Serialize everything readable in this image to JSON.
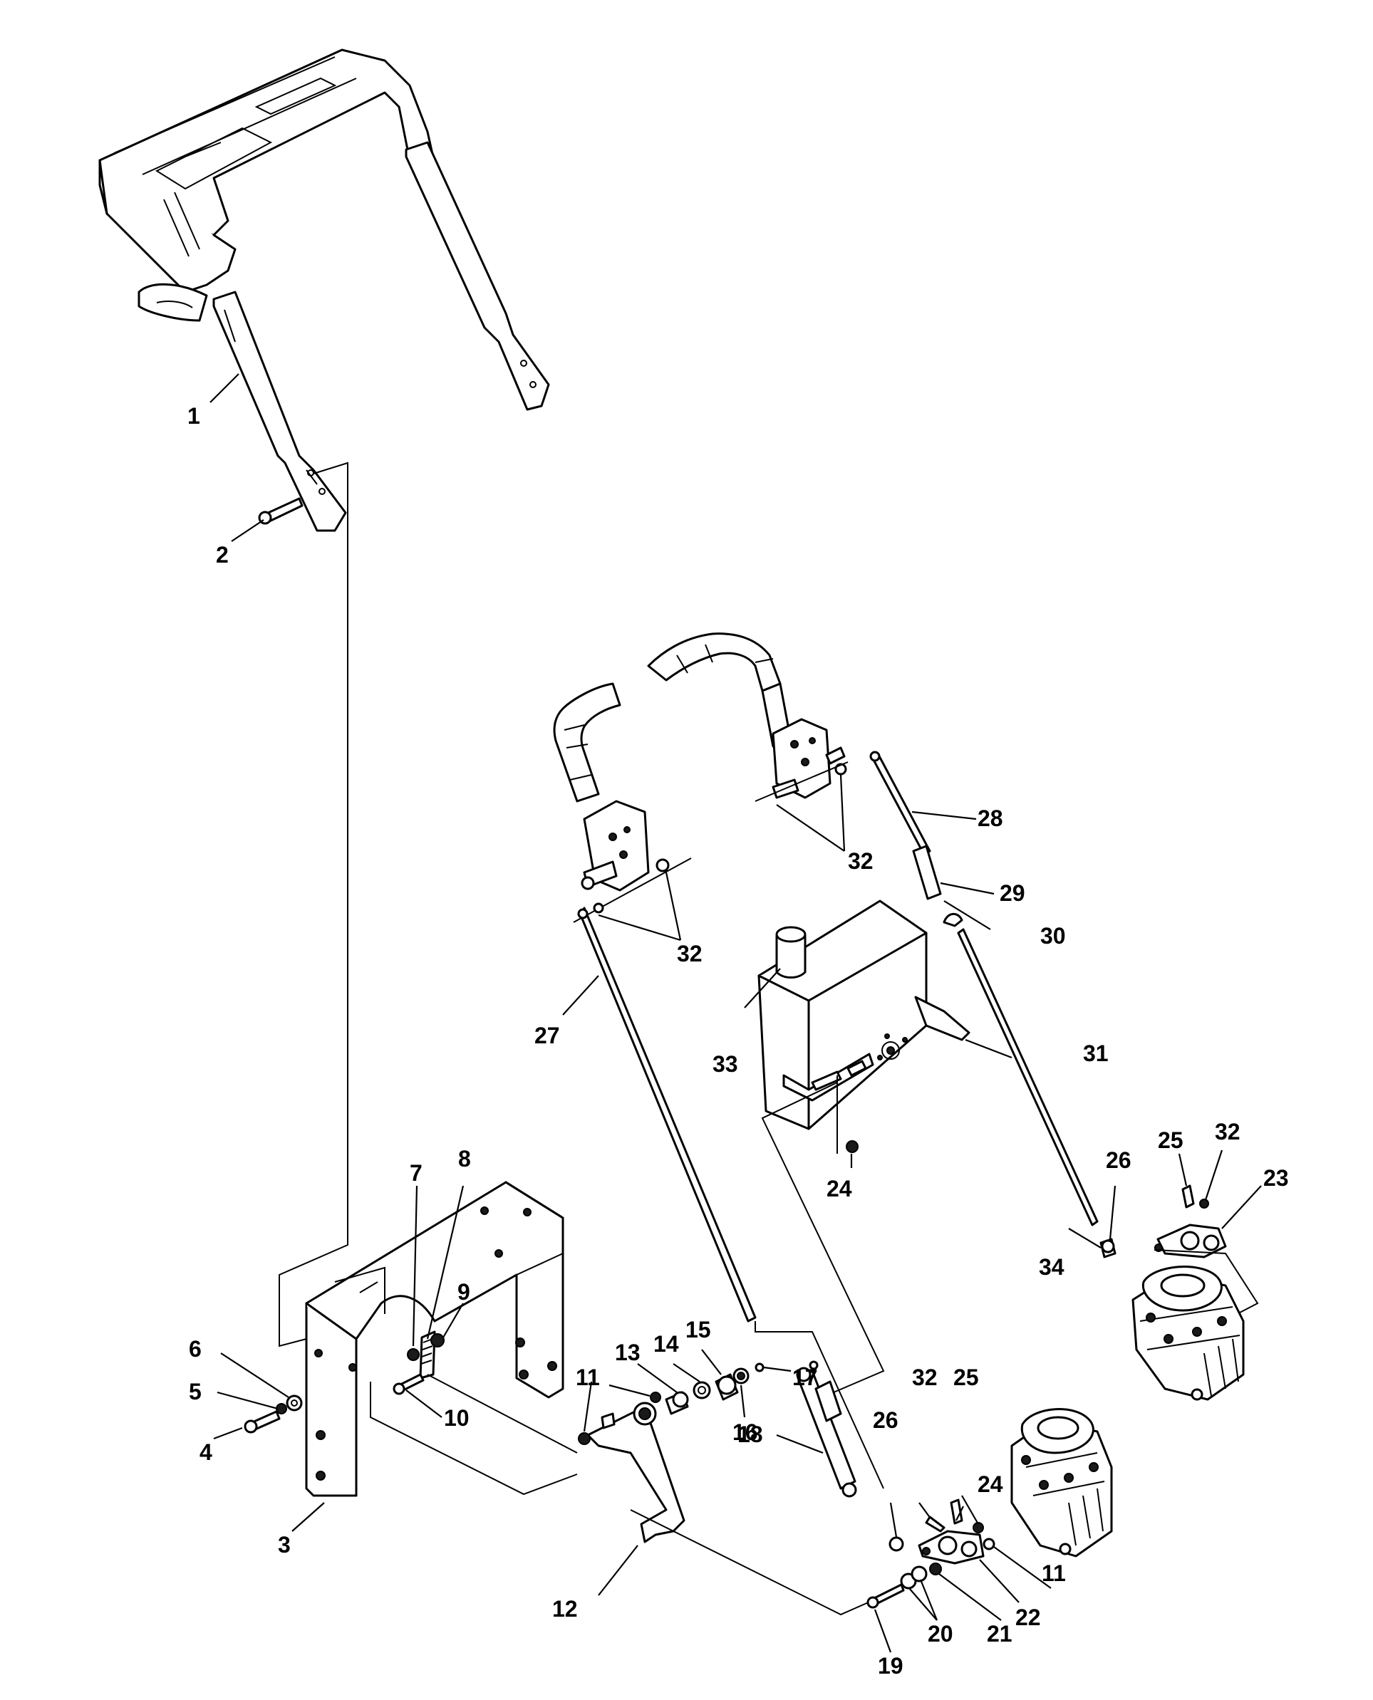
{
  "diagram": {
    "callouts": [
      {
        "id": "c1",
        "label": "1"
      },
      {
        "id": "c2",
        "label": "2"
      },
      {
        "id": "c3",
        "label": "3"
      },
      {
        "id": "c4",
        "label": "4"
      },
      {
        "id": "c5",
        "label": "5"
      },
      {
        "id": "c6",
        "label": "6"
      },
      {
        "id": "c7",
        "label": "7"
      },
      {
        "id": "c8",
        "label": "8"
      },
      {
        "id": "c9",
        "label": "9"
      },
      {
        "id": "c10",
        "label": "10"
      },
      {
        "id": "c11a",
        "label": "11"
      },
      {
        "id": "c11b",
        "label": "11"
      },
      {
        "id": "c12",
        "label": "12"
      },
      {
        "id": "c13",
        "label": "13"
      },
      {
        "id": "c14",
        "label": "14"
      },
      {
        "id": "c15",
        "label": "15"
      },
      {
        "id": "c16",
        "label": "16"
      },
      {
        "id": "c17",
        "label": "17"
      },
      {
        "id": "c18",
        "label": "18"
      },
      {
        "id": "c19",
        "label": "19"
      },
      {
        "id": "c20",
        "label": "20"
      },
      {
        "id": "c21",
        "label": "21"
      },
      {
        "id": "c22",
        "label": "22"
      },
      {
        "id": "c23",
        "label": "23"
      },
      {
        "id": "c24a",
        "label": "24"
      },
      {
        "id": "c24b",
        "label": "24"
      },
      {
        "id": "c25a",
        "label": "25"
      },
      {
        "id": "c25b",
        "label": "25"
      },
      {
        "id": "c26a",
        "label": "26"
      },
      {
        "id": "c26b",
        "label": "26"
      },
      {
        "id": "c27",
        "label": "27"
      },
      {
        "id": "c28",
        "label": "28"
      },
      {
        "id": "c29",
        "label": "29"
      },
      {
        "id": "c30",
        "label": "30"
      },
      {
        "id": "c31",
        "label": "31"
      },
      {
        "id": "c32a",
        "label": "32"
      },
      {
        "id": "c32b",
        "label": "32"
      },
      {
        "id": "c32c",
        "label": "32"
      },
      {
        "id": "c32d",
        "label": "32"
      },
      {
        "id": "c33",
        "label": "33"
      },
      {
        "id": "c34",
        "label": "34"
      }
    ]
  }
}
